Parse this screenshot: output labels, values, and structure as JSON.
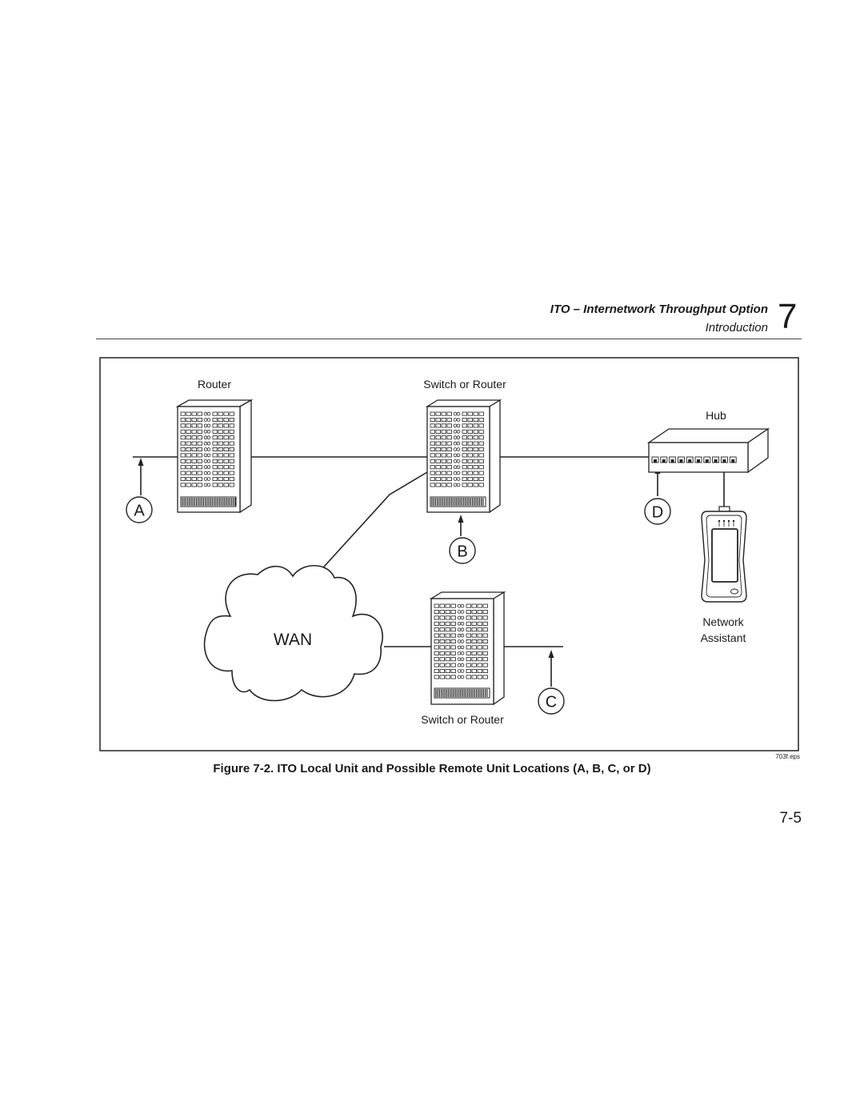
{
  "header": {
    "title": "ITO – Internetwork Throughput Option",
    "subtitle": "Introduction",
    "chapter": "7"
  },
  "diagram": {
    "labels": {
      "router": "Router",
      "switch_top": "Switch or Router",
      "hub": "Hub",
      "wan": "WAN",
      "network_assistant_line1": "Network",
      "network_assistant_line2": "Assistant",
      "switch_bottom": "Switch or Router"
    },
    "locations": {
      "a": "A",
      "b": "B",
      "c": "C",
      "d": "D"
    }
  },
  "figure": {
    "caption": "Figure 7-2. ITO Local Unit and Possible Remote Unit Locations (A, B, C, or D)",
    "file_tag": "703f.eps"
  },
  "footer": {
    "page_number": "7-5"
  }
}
